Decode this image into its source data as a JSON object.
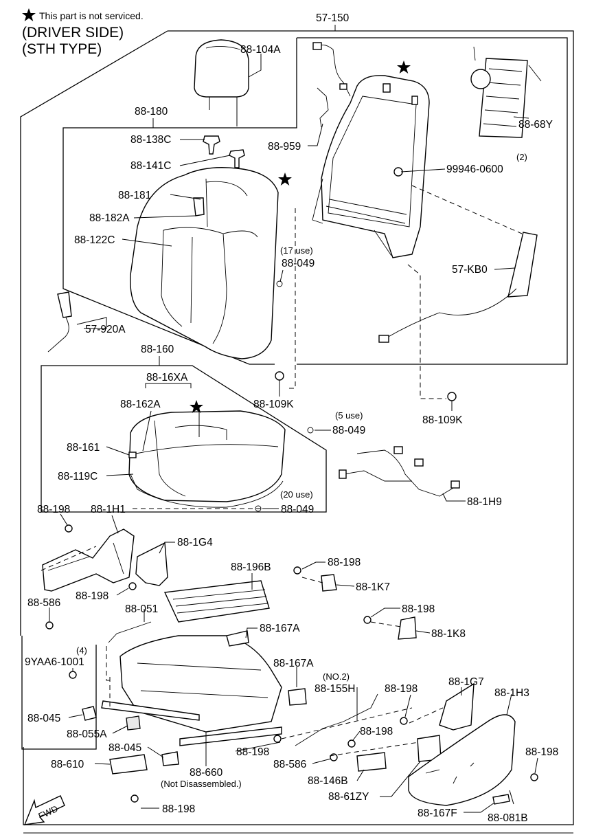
{
  "header": {
    "note": "This part is not serviced.",
    "side": "(DRIVER SIDE)",
    "type": "(STH TYPE)"
  },
  "labels": {
    "l57_150": "57-150",
    "l88_104A": "88-104A",
    "l88_180": "88-180",
    "l88_138C": "88-138C",
    "l88_141C": "88-141C",
    "l88_181": "88-181",
    "l88_182A": "88-182A",
    "l88_122C": "88-122C",
    "l88_959": "88-959",
    "l88_68Y": "88-68Y",
    "l2": "(2)",
    "l99946_0600": "99946-0600",
    "l17use": "(17 use)",
    "l88_049a": "88-049",
    "l57_KB0": "57-KB0",
    "l57_920A": "57-920A",
    "l88_160": "88-160",
    "l88_16XA": "88-16XA",
    "l88_109Ka": "88-109K",
    "l88_109Kb": "88-109K",
    "l88_162A": "88-162A",
    "l5use": "(5 use)",
    "l88_049b": "88-049",
    "l88_161": "88-161",
    "l88_119C": "88-119C",
    "l20use": "(20 use)",
    "l88_049c": "88-049",
    "l88_1H9": "88-1H9",
    "l88_198a": "88-198",
    "l88_1H1": "88-1H1",
    "l88_1G4": "88-1G4",
    "l88_198b": "88-198",
    "l88_196B": "88-196B",
    "l88_1K7": "88-1K7",
    "l88_198c": "88-198",
    "l88_586a": "88-586",
    "l88_051": "88-051",
    "l88_198d": "88-198",
    "l88_1K8": "88-1K8",
    "l88_167Aa": "88-167A",
    "l4": "(4)",
    "l9YAA6_1001": "9YAA6-1001",
    "l88_167Ab": "88-167A",
    "lNO2": "(NO.2)",
    "l88_155H": "88-155H",
    "l88_198e": "88-198",
    "l88_1G7": "88-1G7",
    "l88_1H3": "88-1H3",
    "l88_045a": "88-045",
    "l88_055A": "88-055A",
    "l88_198f": "88-198",
    "l88_045b": "88-045",
    "l88_198g": "88-198",
    "l88_198h": "88-198",
    "l88_610": "88-610",
    "l88_660": "88-660",
    "lNotDis": "(Not Disassembled.)",
    "l88_586b": "88-586",
    "l88_146B": "88-146B",
    "l88_61ZY": "88-61ZY",
    "l88_198i": "88-198",
    "l88_167F": "88-167F",
    "l88_081B": "88-081B",
    "fwd": "FWD"
  }
}
